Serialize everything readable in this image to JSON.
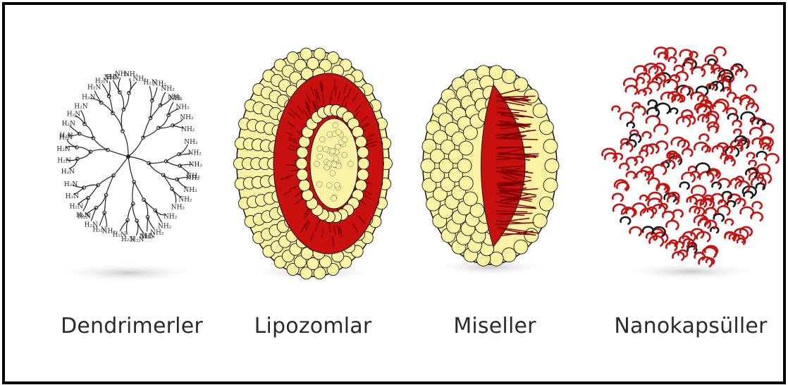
{
  "figure": {
    "items": [
      {
        "label": "Dendrimerler"
      },
      {
        "label": "Lipozomlar"
      },
      {
        "label": "Miseller"
      },
      {
        "label": "Nanokapsüller"
      }
    ],
    "dendrimer_end_groups": [
      "NH₂",
      "H₂N",
      "NH₂",
      "H₂N"
    ],
    "colors": {
      "lipid_head": "#fbf3a4",
      "lipid_tail": "#c8100f",
      "outline": "#111111",
      "border": "#000000"
    }
  }
}
